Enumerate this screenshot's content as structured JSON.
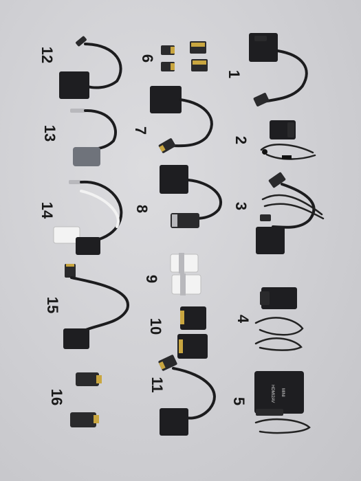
{
  "photo": {
    "background": "#d0d0d4",
    "labels": [
      {
        "id": "1",
        "text": "1"
      },
      {
        "id": "2",
        "text": "2"
      },
      {
        "id": "3",
        "text": "3"
      },
      {
        "id": "4",
        "text": "4"
      },
      {
        "id": "5",
        "text": "5"
      },
      {
        "id": "6",
        "text": "6"
      },
      {
        "id": "7",
        "text": "7"
      },
      {
        "id": "8",
        "text": "8"
      },
      {
        "id": "9",
        "text": "9"
      },
      {
        "id": "10",
        "text": "10"
      },
      {
        "id": "11",
        "text": "11"
      },
      {
        "id": "12",
        "text": "12"
      },
      {
        "id": "13",
        "text": "13"
      },
      {
        "id": "14",
        "text": "14"
      },
      {
        "id": "15",
        "text": "15"
      },
      {
        "id": "16",
        "text": "16"
      }
    ],
    "device_text": {
      "converter_brand": "MINI",
      "converter_model": "HDMI2AV"
    }
  }
}
